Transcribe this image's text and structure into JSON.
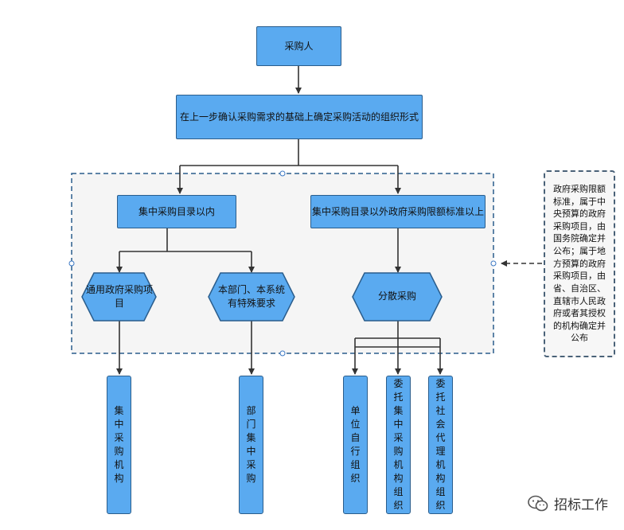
{
  "nodes": {
    "purchaser": "采购人",
    "confirm_form": "在上一步确认采购需求的基础上确定采购活动的组织形式",
    "within_catalog": "集中采购目录以内",
    "outside_catalog": "集中采购目录以外政府采购限额标准以上",
    "general_items": "通用政府采购项目",
    "special_requirements": "本部门、本系统有特殊要求",
    "decentralized": "分散采购",
    "central_agency": "集中采购机构",
    "dept_central": "部门集中采购",
    "unit_self": "单位自行组织",
    "entrust_central": "委托集中采购机构组织",
    "entrust_social": "委托社会代理机构组织"
  },
  "note": "政府采购限额标准，属于中央预算的政府采购项目，由国务院确定并公布；属于地方预算的政府采购项目，由省、自治区、直辖市人民政府或者其授权的机构确定并公布",
  "watermark": {
    "text": "招标工作",
    "icon": "wechat-icon"
  },
  "colors": {
    "node_fill": "#5aaaf0",
    "node_border": "#2a5d8c",
    "group_border": "#2a5d8c",
    "group_fill": "#f5f5f5",
    "arrow": "#333333"
  }
}
